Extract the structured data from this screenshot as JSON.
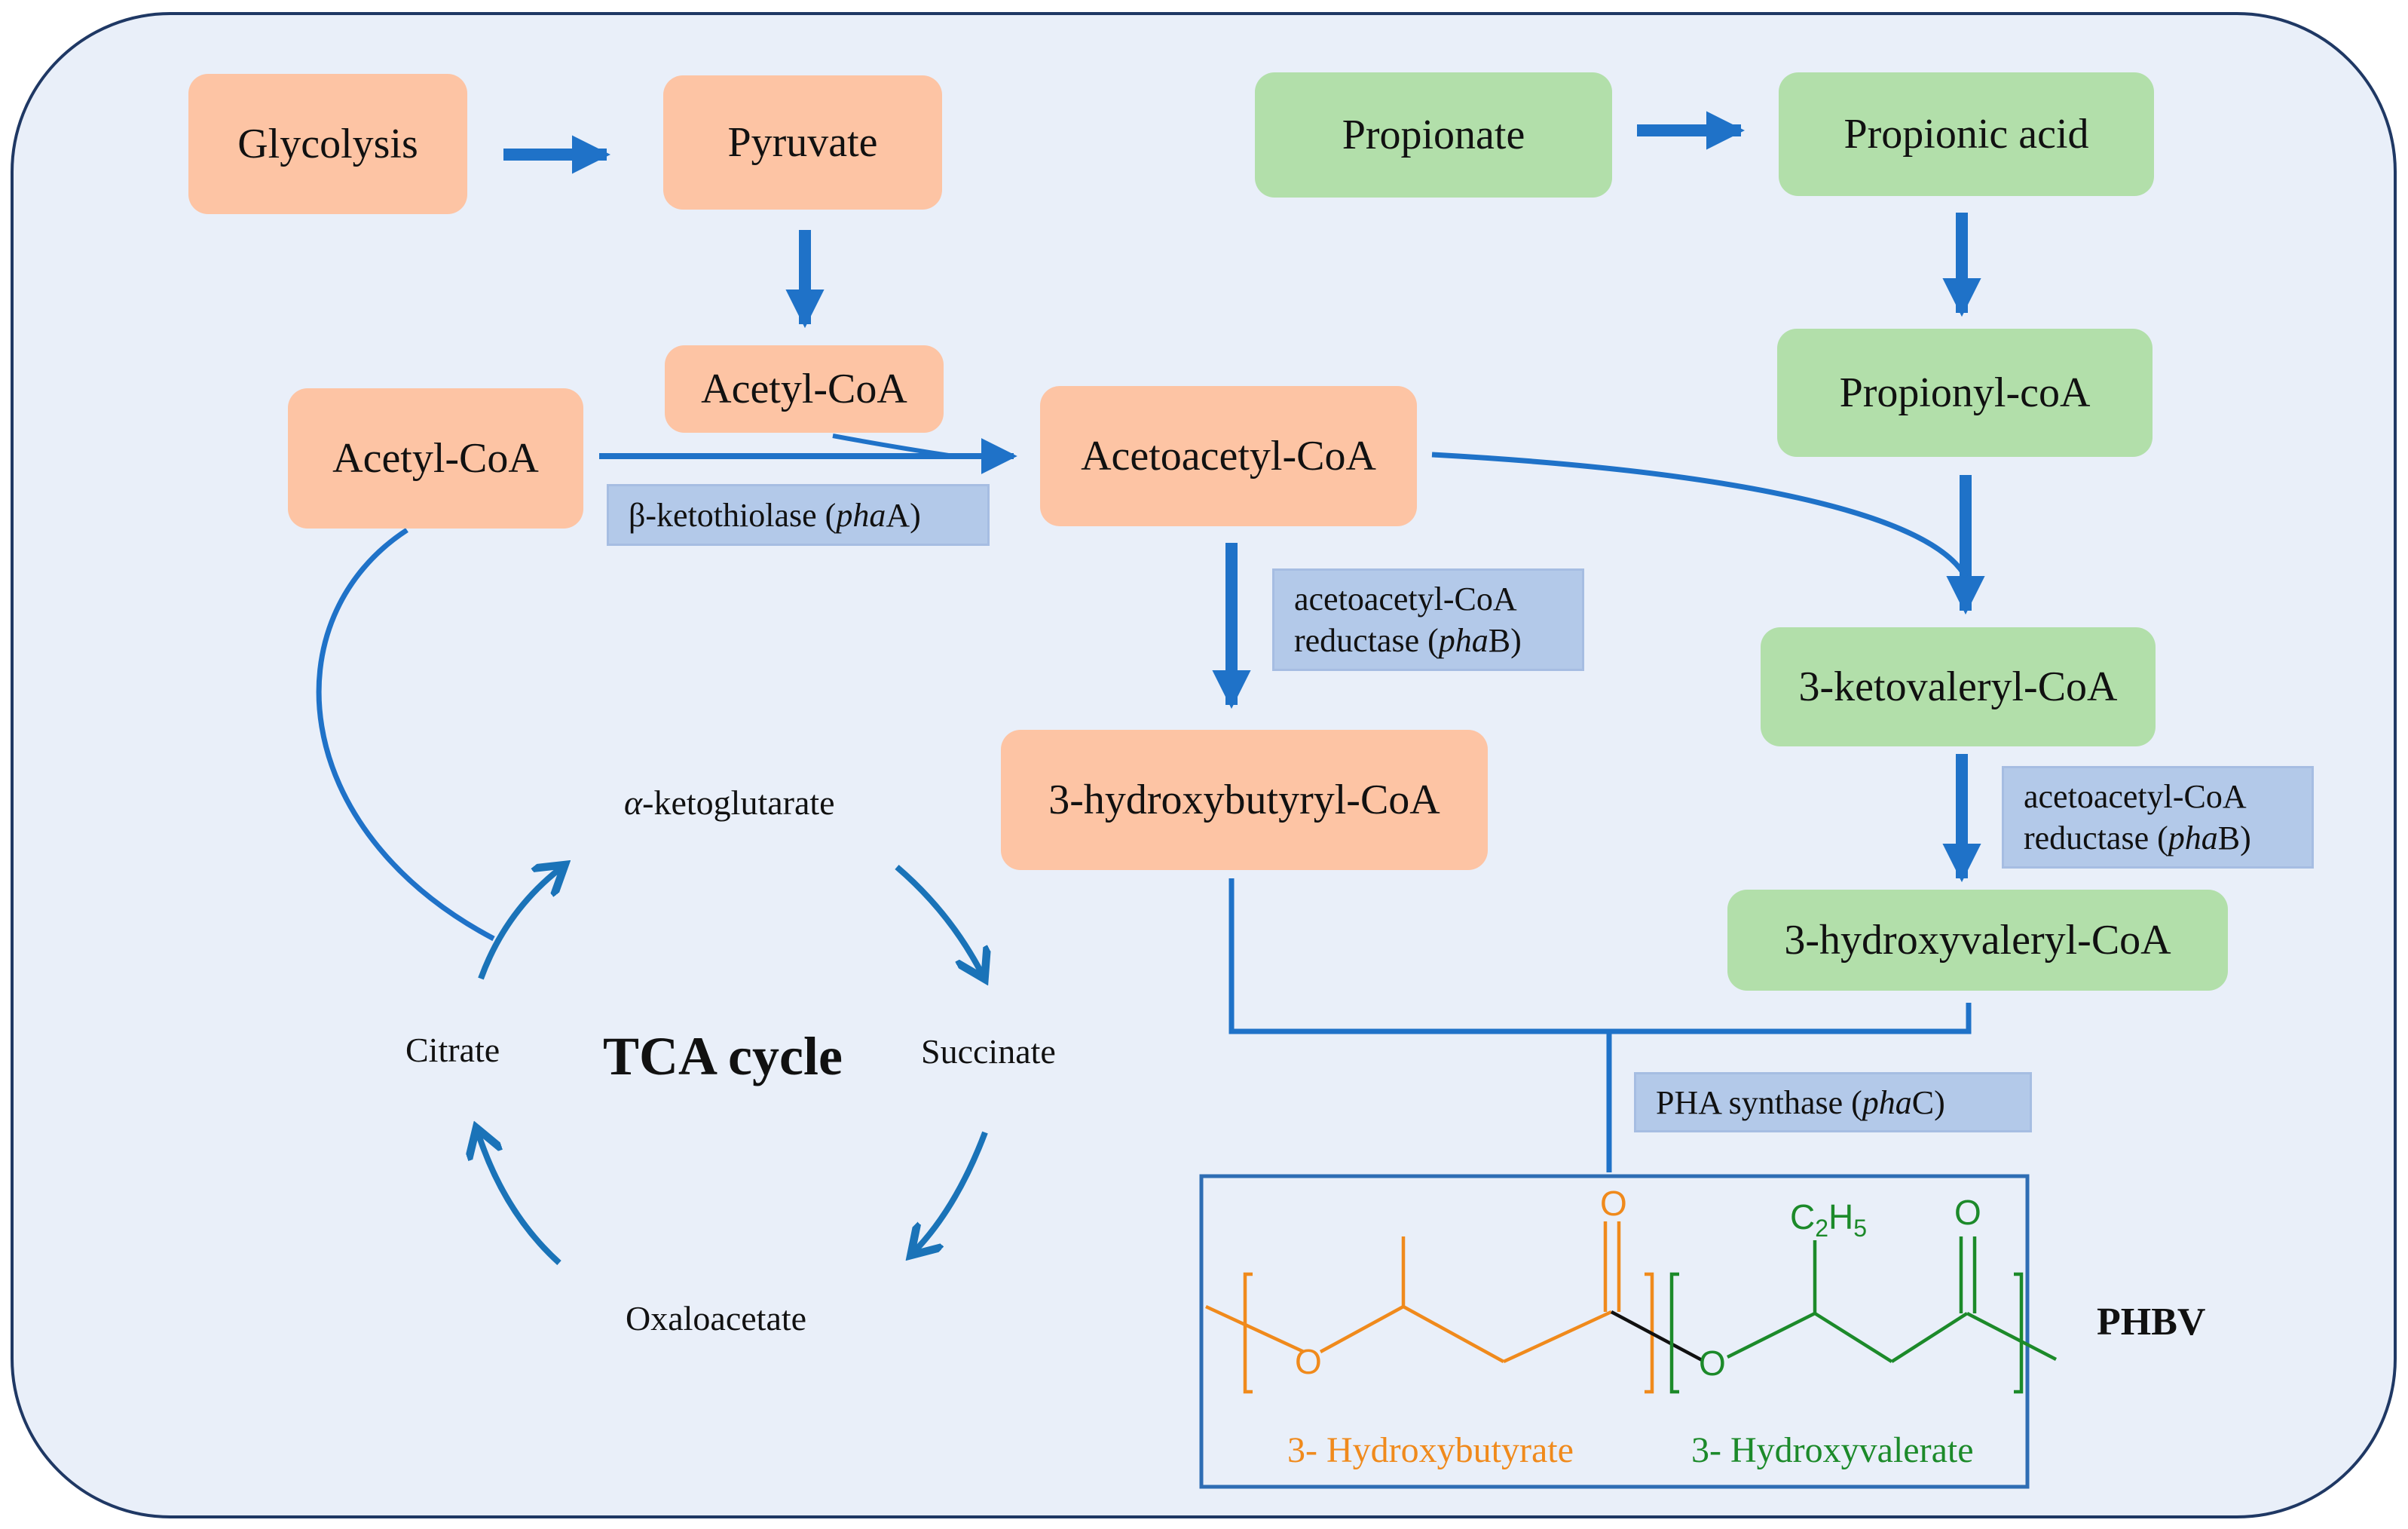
{
  "nodes": {
    "glycolysis": "Glycolysis",
    "pyruvate": "Pyruvate",
    "acetyl_coa_top": "Acetyl-CoA",
    "acetyl_coa_left": "Acetyl-CoA",
    "acetoacetyl_coa": "Acetoacetyl-CoA",
    "hydroxybutyryl_coa": "3-hydroxybutyryl-CoA",
    "propionate": "Propionate",
    "propionic_acid": "Propionic acid",
    "propionyl_coa": "Propionyl-coA",
    "ketovaleryl_coa": "3-ketovaleryl-CoA",
    "hydroxyvaleryl_coa": "3-hydroxyvaleryl-CoA"
  },
  "enzymes": {
    "phaA": {
      "name": "β-ketothiolase (",
      "gene_italic": "pha",
      "gene_rest": "A)"
    },
    "phaB_left": {
      "line1": "acetoacetyl-CoA",
      "line2": "reductase (",
      "gene_italic": "pha",
      "gene_rest": "B)"
    },
    "phaB_right": {
      "line1": "acetoacetyl-CoA",
      "line2": "reductase (",
      "gene_italic": "pha",
      "gene_rest": "B)"
    },
    "phaC": {
      "name": "PHA synthase (",
      "gene_italic": "pha",
      "gene_rest": "C)"
    }
  },
  "tca": {
    "title": "TCA cycle",
    "alpha_ketoglutarate_prefix": "α",
    "alpha_ketoglutarate": "-ketoglutarate",
    "succinate": "Succinate",
    "oxaloacetate": "Oxaloacetate",
    "citrate": "Citrate"
  },
  "product": {
    "name": "PHBV",
    "monomer1": "3- Hydroxybutyrate",
    "monomer2": "3- Hydroxyvalerate",
    "oxygen": "O",
    "ethyl_c": "C",
    "ethyl_sub1": "2",
    "ethyl_h": "H",
    "ethyl_sub2": "5"
  },
  "colors": {
    "background": "#e9eff9",
    "border": "#1f3864",
    "orange_box": "#fdc4a4",
    "green_box": "#b2dfaa",
    "enzyme_box": "#b3c9e9",
    "arrow": "#1f72c8",
    "tca_arrow": "#1a73b8",
    "hb_color": "#f08a1c",
    "hv_color": "#1c8a2a",
    "structure_frame": "#2e6db4"
  }
}
